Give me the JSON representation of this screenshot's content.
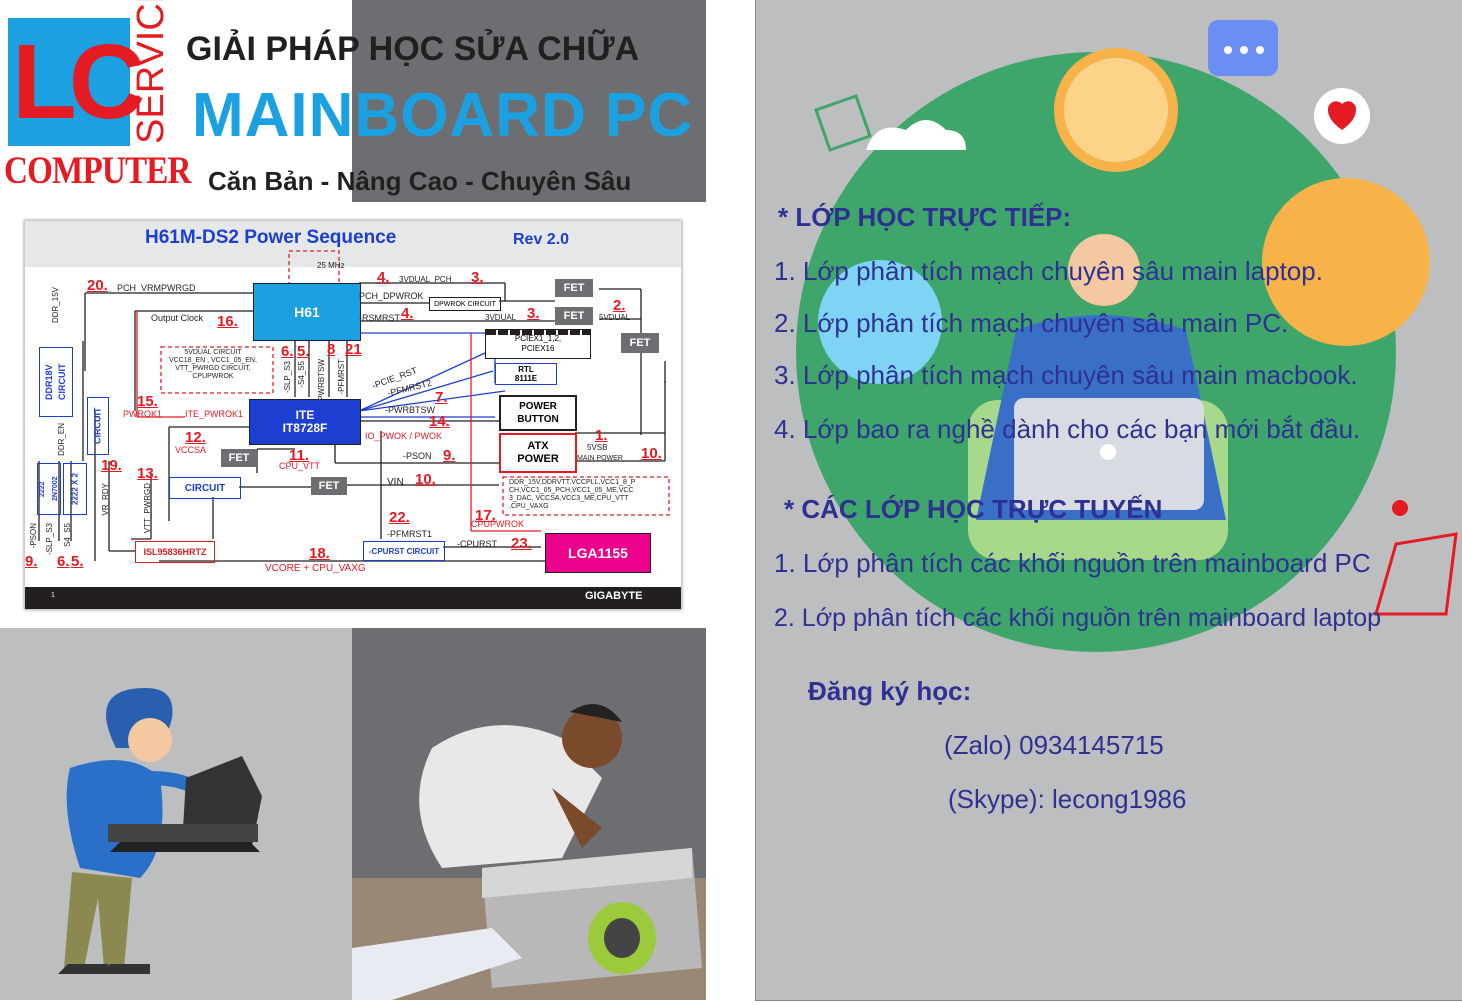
{
  "header": {
    "logo_lc": "LC",
    "logo_service": "SERVICE",
    "logo_computer": "COMPUTER",
    "title_line1": "GIẢI PHÁP HỌC SỬA CHỮA",
    "title_line2": "MAINBOARD PC",
    "title_line3": "Căn Bản - Nâng Cao - Chuyên Sâu"
  },
  "diagram": {
    "title": "H61M-DS2 Power Sequence",
    "rev": "Rev 2.0",
    "brand": "GIGABYTE",
    "page": "1",
    "labels": {
      "h61": "H61",
      "ite": "ITE\nIT8728F",
      "atx": "ATX\nPOWER",
      "power_button": "POWER\nBUTTON",
      "rtl": "RTL\n8111E",
      "lga": "LGA1155",
      "isl": "ISL95836HRTZ",
      "cpurst": "-CPURST CIRCUIT",
      "circuit": "CIRCUIT",
      "circuit_v": "CIRCUIT",
      "ddr18": "DDR18V\nCIRCUIT",
      "fet": "FET",
      "dpwrok": "DPWROK CIRCUIT",
      "pciex": "PCIEX1_1,2,\nPCIEX16",
      "mhz": "25 MHz",
      "pch_vrmpwrgd": "PCH_VRMPWRGD",
      "output_clock": "Output Clock",
      "dual_circuit": "5VDUAL CIRCUIT\nVCC18_EN , VCC1_05_EN,\nVTT_PWRGD CIRCUIT,\nCPUPWROK",
      "vdual_pch": "3VDUAL_PCH",
      "pch_dpwrok": "PCH_DPWROK",
      "rsmrst": "-RSMRST",
      "vdual3": "3VDUAL",
      "vdual5": "5VDUAL",
      "pcie_rst": "-PCIE_RST",
      "pfmrst2": "-PFMRST2",
      "pwrbtsw": "-PWRBTSW",
      "io_pwok": "IO_PWOK / PWOK",
      "pwrok1": "PWROK1",
      "ite_pwrok1": "ITE_PWROK1",
      "vccsa": "VCCSA",
      "cpu_vtt": "CPU_VTT",
      "pson": "-PSON",
      "vin": "VIN",
      "vsb": "5VSB",
      "main_power": "MAIN POWER",
      "ddr_list": "DDR_15V,DDRVTT,VCCPLL,VCC1_8_P\nCH,VCC1_05_PCH,VCC1_05_ME,VCC\n3_DAC, VCCSA,VCC3_ME,CPU_VTT\n,CPU_VAXG",
      "cpupwrok": "CPUPWROK",
      "pfmrst1": "-PFMRST1",
      "cpurst_sig": "-CPURST",
      "vcore": "VCORE + CPU_VAXG",
      "vtt_pwrgd": "VTT_PWRGD",
      "vr_rdy": "VR_RDY",
      "ddr_15v": "DDR_15V",
      "ddr_en": "DDR_EN",
      "u2222": "2222\n2N7002",
      "u2222x2": "2222 X 2",
      "pson_b": "-PSON",
      "slp_s3_b": "-SLP_S3",
      "s4s5_b": "S4_S5",
      "slp_s3": "-SLP_S3",
      "s4s5": "-S4_S5",
      "pwrbtsw_v": "PWRBTSW",
      "pfmrst_v": "-PFMRST"
    },
    "steps": [
      "1.",
      "2.",
      "3.",
      "3.",
      "4.",
      "4.",
      "5.",
      "5.",
      "6.",
      "6.",
      "7.",
      "8",
      "9.",
      "9.",
      "10.",
      "10.",
      "11.",
      "12.",
      "13.",
      "14.",
      "15.",
      "16.",
      "17.",
      "18.",
      "19.",
      "20.",
      "21",
      "22.",
      "23."
    ]
  },
  "right": {
    "direct_heading": "* LỚP HỌC TRỰC TIẾP:",
    "direct_items": [
      "1. Lớp phân tích mạch chuyên sâu main laptop.",
      "2. Lớp phân tích mạch chuyên sâu main PC.",
      "3. Lớp phân tích mạch chuyên sâu main macbook.",
      "4. Lớp bao ra nghề dành cho các bạn mới bắt đầu."
    ],
    "online_heading": "* CÁC LỚP HỌC TRỰC TUYẾN",
    "online_items": [
      "1. Lớp phân tích các khối nguồn trên mainboard PC",
      "2. Lớp phân tích các khối nguồn trên mainboard laptop"
    ],
    "register_label": "Đăng ký học:",
    "zalo": "(Zalo) 0934145715",
    "skype": "(Skype): lecong1986"
  },
  "colors": {
    "brand_blue": "#1ba1e2",
    "brand_red": "#e51b24",
    "text_navy": "#2e3192",
    "panel_gray": "#bcbec0",
    "dark_gray": "#6d6e71",
    "green_circle": "#3fa66b"
  }
}
